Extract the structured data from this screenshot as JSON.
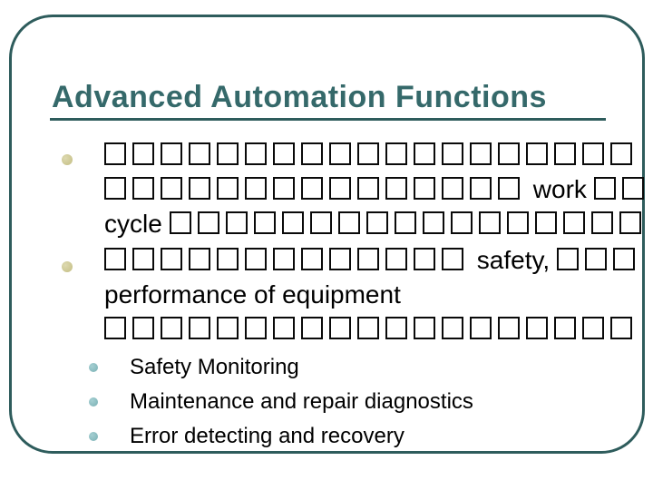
{
  "slide": {
    "title": "Advanced Automation Functions",
    "colors": {
      "accent": "#35696a",
      "border": "#2e5c5c",
      "rule": "#2e5c5c",
      "level1_bullet": "#c9c38a",
      "level2_bullet": "#84b7bb",
      "text": "#000000"
    },
    "content": {
      "para1": {
        "line1": "□□□□□□□□□□□□□□□□□□□",
        "line2": "□□□□□□□□□□□□□□□ work □□",
        "line3": "cycle □□□□□□□□□□□□□□□□□"
      },
      "para2": {
        "line1": "□□□□□□□□□□□□□ safety, □□□",
        "line2": "performance of equipment",
        "line3": "□□□□□□□□□□□□□□□□□□□"
      },
      "subitems": [
        "Safety Monitoring",
        "Maintenance and repair diagnostics",
        "Error detecting and recovery"
      ]
    }
  }
}
